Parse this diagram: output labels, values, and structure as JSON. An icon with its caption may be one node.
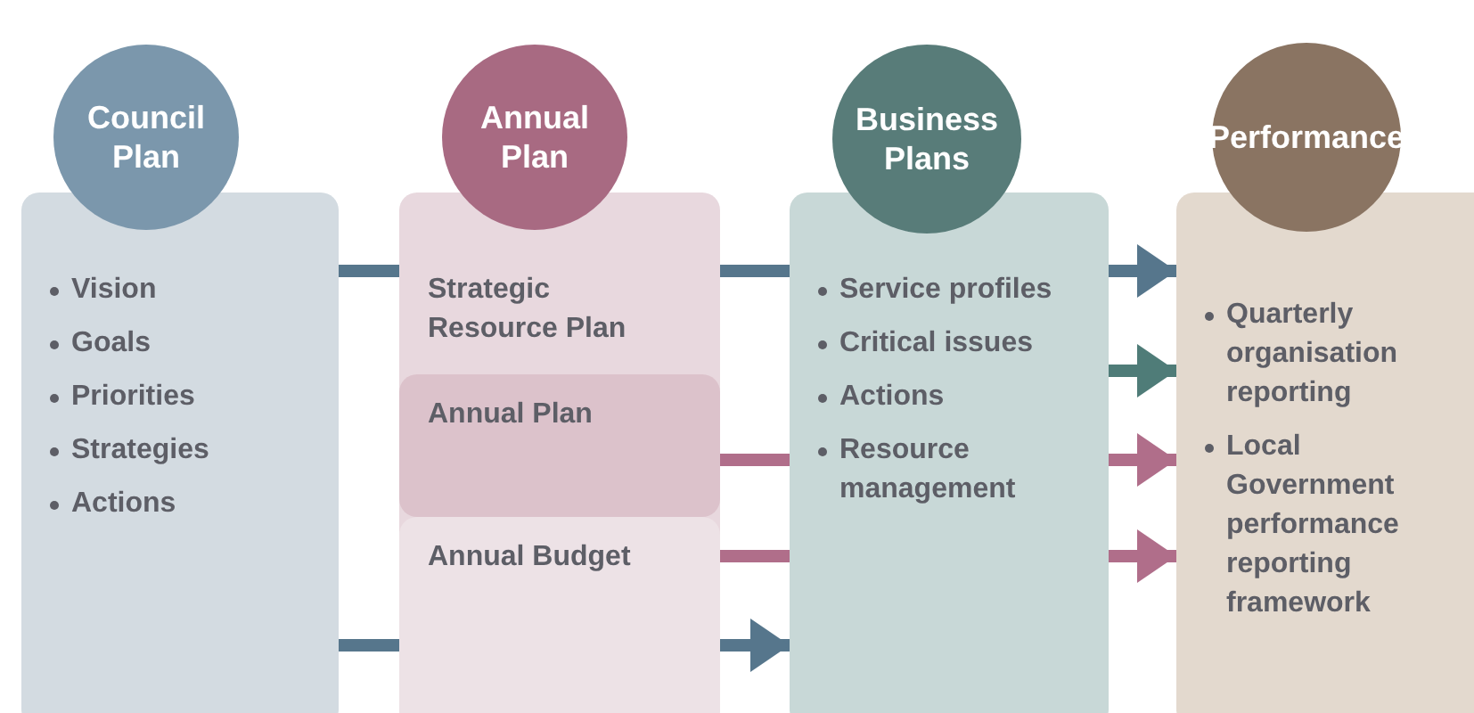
{
  "diagram": {
    "nodes": [
      {
        "text": [
          "Council Plan"
        ]
      },
      {
        "text": [
          "Vision",
          "Goals",
          "Priorities",
          "Strategies",
          "Actions"
        ]
      },
      {
        "text": [
          "Annual Plan"
        ]
      },
      {
        "text": [
          "Strategic Resource Plan"
        ]
      },
      {
        "text": [
          "Annual Plan"
        ],
        "in": 3
      },
      {
        "text": [
          "Annual Budget"
        ],
        "in": 3
      },
      {
        "text": [
          "Business Plans"
        ]
      },
      {
        "text": [
          "Service profiles",
          "Critical issues",
          "Actions",
          "Resource management"
        ]
      },
      {
        "text": [
          "Performance"
        ]
      },
      {
        "text": [
          "Quarterly organisation reporting",
          "Local Government performance reporting framework"
        ]
      }
    ],
    "edges": [
      {
        "from": 1,
        "to": 3,
        "arrow": "none",
        "color": "#56768c"
      },
      {
        "from": 3,
        "to": 7,
        "arrow": "none",
        "color": "#56768c"
      },
      {
        "from": 7,
        "to": 9,
        "arrow": "to",
        "color": "#56768c"
      },
      {
        "from": 7,
        "to": 9,
        "arrow": "to",
        "color": "#4f7c78"
      },
      {
        "from": 4,
        "to": 7,
        "arrow": "none",
        "color": "#b06e8a"
      },
      {
        "from": 7,
        "to": 9,
        "arrow": "to",
        "color": "#b06e8a"
      },
      {
        "from": 5,
        "to": 7,
        "arrow": "none",
        "color": "#b06e8a"
      },
      {
        "from": 7,
        "to": 9,
        "arrow": "to",
        "color": "#b06e8a"
      },
      {
        "from": 1,
        "to": 3,
        "arrow": "none",
        "color": "#56768c"
      },
      {
        "from": 3,
        "to": 7,
        "arrow": "to",
        "color": "#56768c"
      }
    ]
  }
}
